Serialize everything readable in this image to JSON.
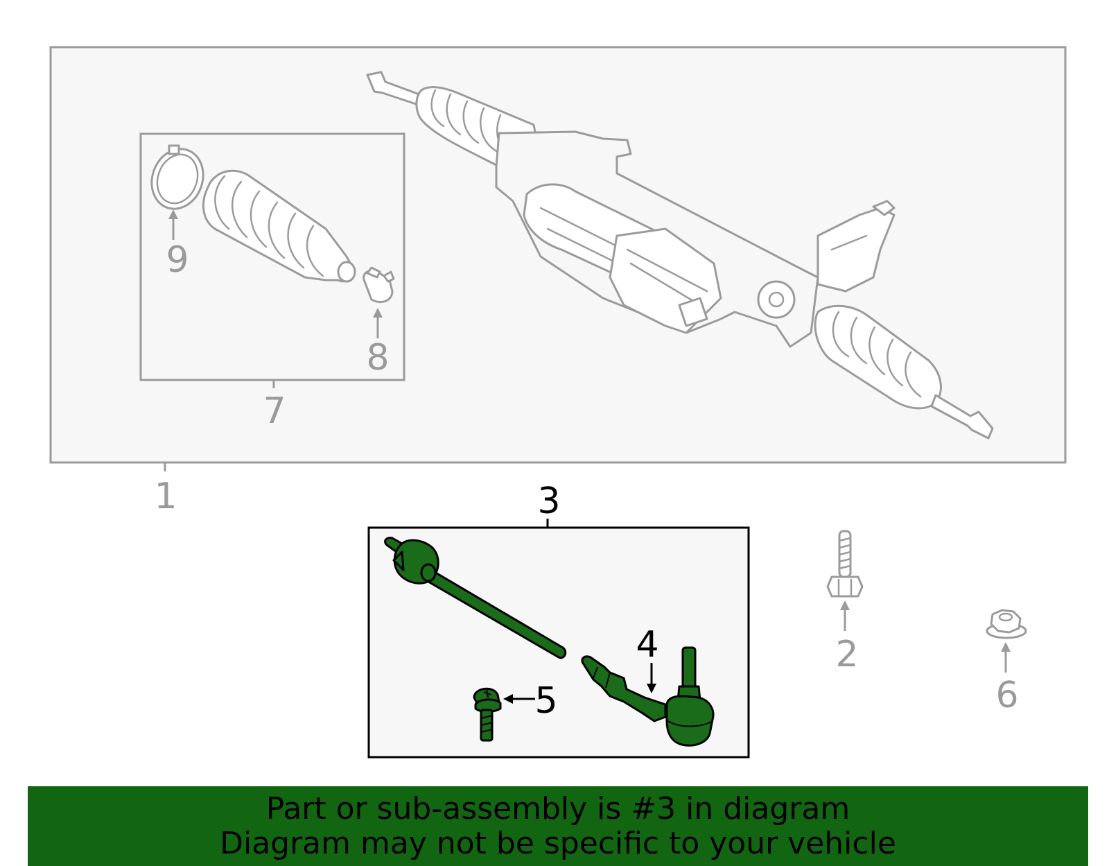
{
  "callouts": {
    "c1": "1",
    "c2": "2",
    "c3": "3",
    "c4": "4",
    "c5": "5",
    "c6": "6",
    "c7": "7",
    "c8": "8",
    "c9": "9"
  },
  "banner": {
    "line1": "Part or sub-assembly is #3 in diagram",
    "line2": "Diagram may not be specific to your vehicle"
  },
  "colors": {
    "banner_bg": "#126612",
    "highlight_part": "#1a6b1a",
    "context_gray": "#9b9b9b"
  }
}
